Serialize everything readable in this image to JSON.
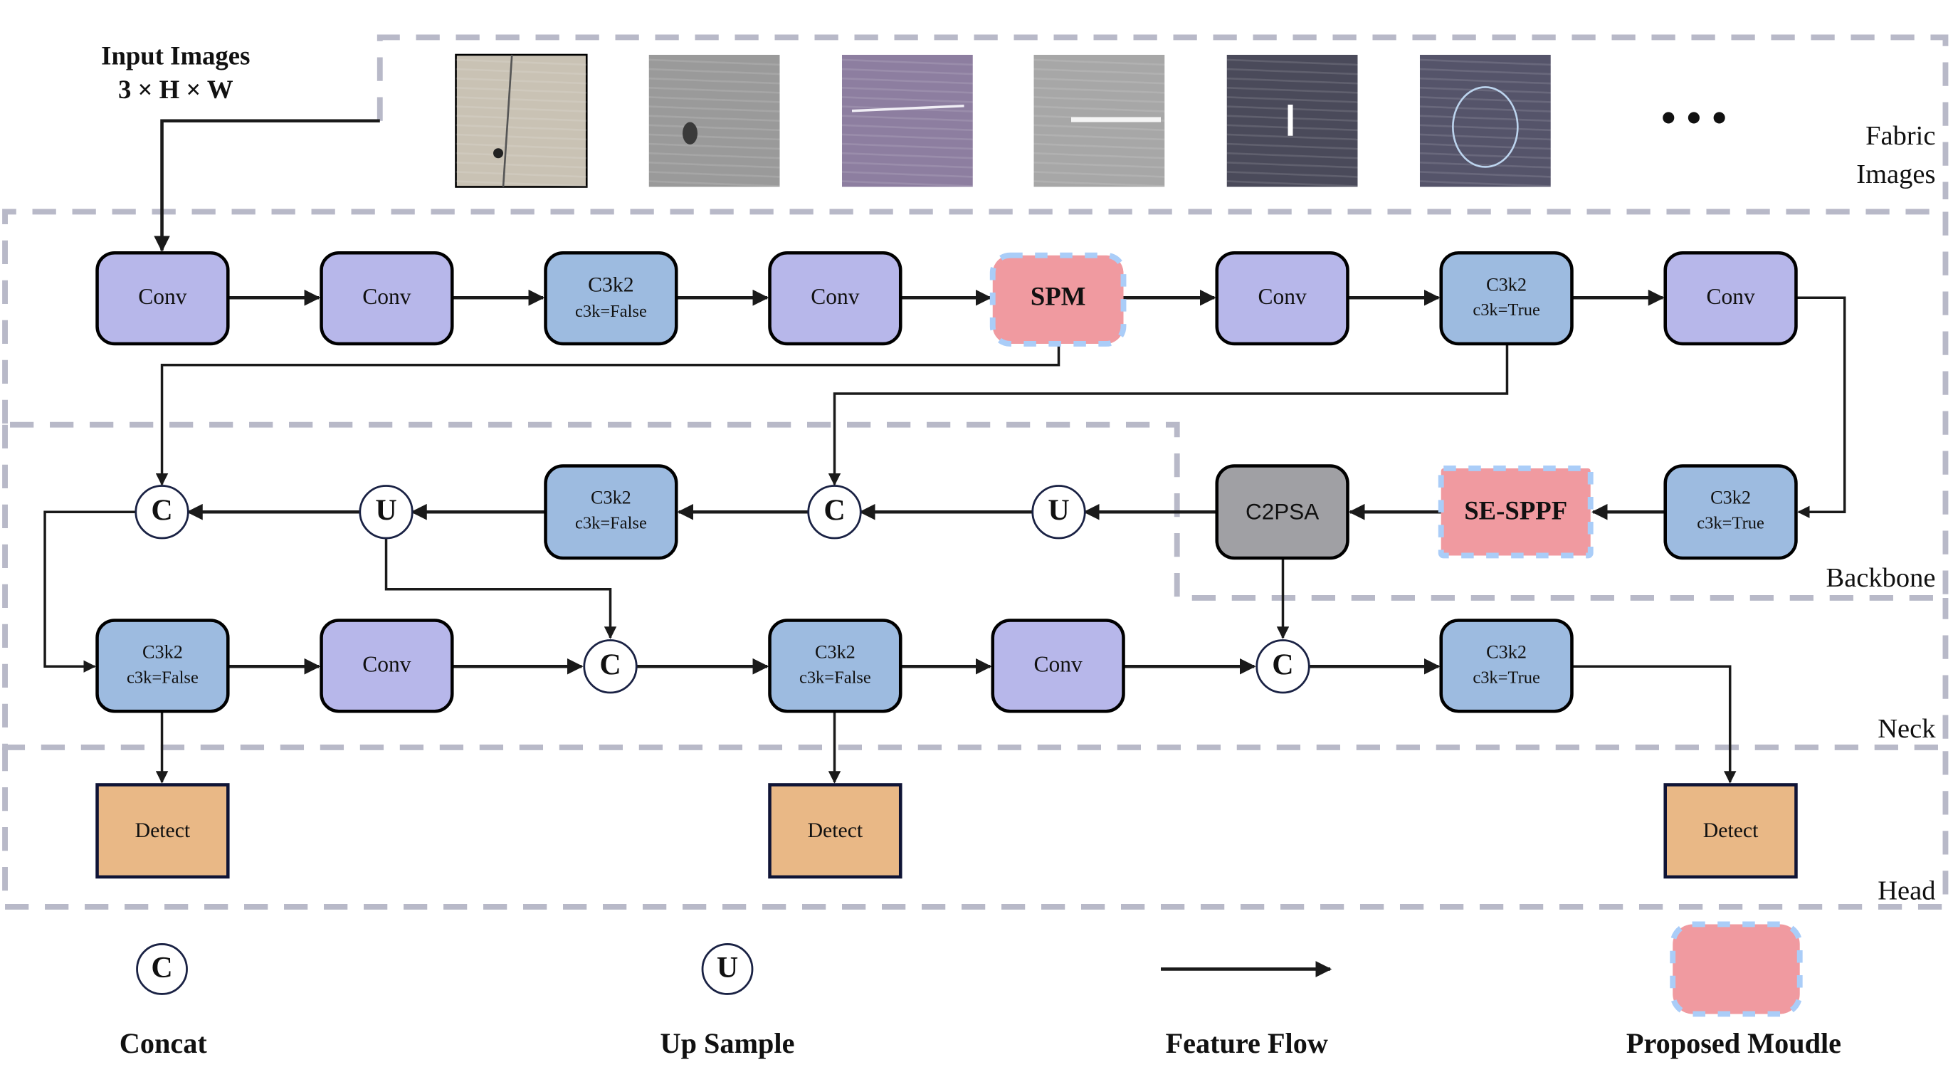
{
  "input": {
    "title": "Input Images",
    "shape": "3 × H × W"
  },
  "fabric": {
    "label_line1": "Fabric",
    "label_line2": "Images",
    "ellipsis": "• • •",
    "samples": [
      {
        "name": "beige-fabric-hole",
        "base": "#c9c2b4",
        "mark": "#222222"
      },
      {
        "name": "gray-fabric-stain",
        "base": "#9a9a9a",
        "mark": "#3a3a3a"
      },
      {
        "name": "purple-fabric-streak",
        "base": "#8d7ea0",
        "mark": "#f0eef5"
      },
      {
        "name": "gray-fabric-line",
        "base": "#a7a7a7",
        "mark": "#f5f5f5"
      },
      {
        "name": "denim-fabric-line",
        "base": "#4a4a5a",
        "mark": "#ffffff"
      },
      {
        "name": "denim-fabric-ring",
        "base": "#55546a",
        "mark": "#bcd4ee"
      }
    ]
  },
  "sections": {
    "backbone": "Backbone",
    "neck": "Neck",
    "head": "Head"
  },
  "modules": {
    "conv": "Conv",
    "c3k2": "C3k2",
    "c3k_false": "c3k=False",
    "c3k_true": "c3k=True",
    "spm": "SPM",
    "se_sppf": "SE-SPPF",
    "c2psa": "C2PSA",
    "detect": "Detect",
    "concat_symbol": "C",
    "upsample_symbol": "U"
  },
  "legend": {
    "concat": "Concat",
    "upsample": "Up Sample",
    "feature_flow": "Feature Flow",
    "proposed": "Proposed Moudle"
  },
  "colors": {
    "conv": "#b7b7ea",
    "c3k2": "#9dbbe0",
    "proposed_fill": "#f09aa0",
    "proposed_border": "#aacdf8",
    "c2psa": "#a0a0a4",
    "detect": "#e9b886",
    "section_border": "#b8b9c8"
  }
}
